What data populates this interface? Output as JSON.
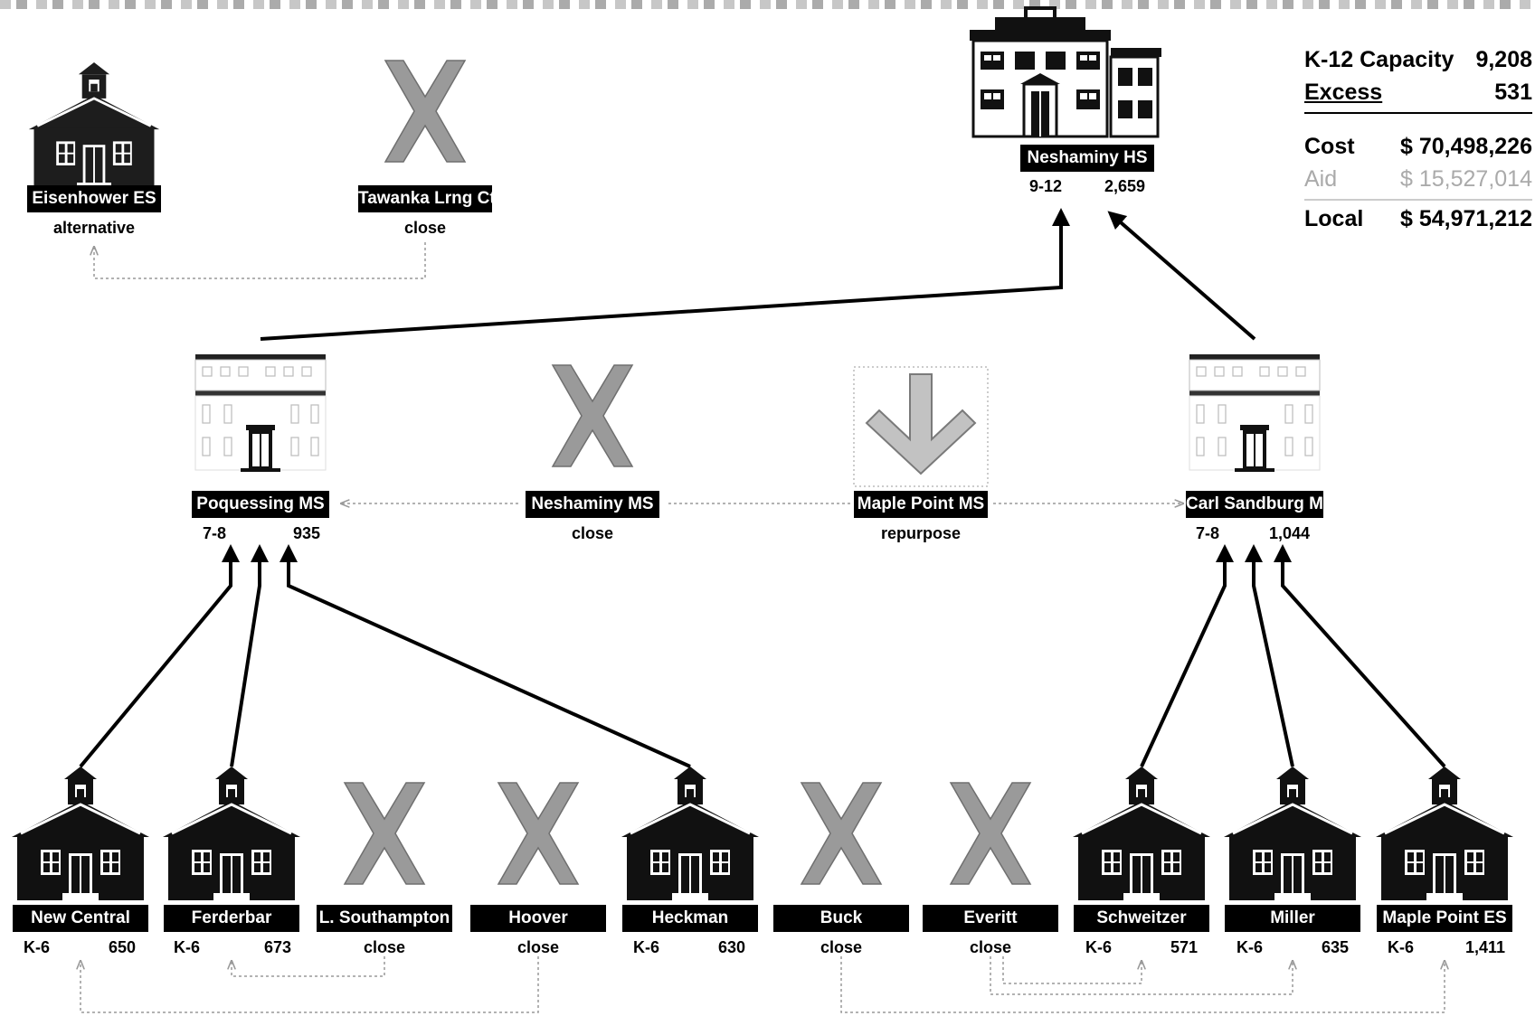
{
  "summary": {
    "capacity_label": "K-12 Capacity",
    "capacity_value": "9,208",
    "excess_label": "Excess",
    "excess_value": "531",
    "cost_label": "Cost",
    "cost_value": "$ 70,498,226",
    "aid_label": "Aid",
    "aid_value": "$ 15,527,014",
    "local_label": "Local",
    "local_value": "$ 54,971,212"
  },
  "high_school": {
    "name": "Neshaminy HS",
    "grades": "9-12",
    "enrollment": "2,659"
  },
  "top_row": [
    {
      "name": "Eisenhower ES",
      "status": "alternative"
    },
    {
      "name": "Tawanka Lrng Ctr",
      "status": "close"
    }
  ],
  "middle_schools": [
    {
      "name": "Poquessing MS",
      "grades": "7-8",
      "enrollment": "935"
    },
    {
      "name": "Neshaminy MS",
      "status": "close"
    },
    {
      "name": "Maple Point MS",
      "status": "repurpose"
    },
    {
      "name": "Carl Sandburg MS",
      "grades": "7-8",
      "enrollment": "1,044"
    }
  ],
  "elementary_schools": [
    {
      "name": "New Central",
      "grades": "K-6",
      "enrollment": "650"
    },
    {
      "name": "Ferderbar",
      "grades": "K-6",
      "enrollment": "673"
    },
    {
      "name": "L. Southampton",
      "status": "close"
    },
    {
      "name": "Hoover",
      "status": "close"
    },
    {
      "name": "Heckman",
      "grades": "K-6",
      "enrollment": "630"
    },
    {
      "name": "Buck",
      "status": "close"
    },
    {
      "name": "Everitt",
      "status": "close"
    },
    {
      "name": "Schweitzer",
      "grades": "K-6",
      "enrollment": "571"
    },
    {
      "name": "Miller",
      "grades": "K-6",
      "enrollment": "635"
    },
    {
      "name": "Maple Point ES",
      "grades": "K-6",
      "enrollment": "1,411"
    }
  ],
  "colors": {
    "label_bg": "#000000",
    "label_text": "#ffffff",
    "closed_x": "#9a9a9a",
    "arrow": "#000000"
  },
  "icons": {
    "open_elementary": "schoolhouse-icon",
    "closed": "x-mark-icon",
    "middle_school": "middle-school-building-icon",
    "high_school": "high-school-building-icon",
    "repurpose": "down-arrow-icon"
  }
}
